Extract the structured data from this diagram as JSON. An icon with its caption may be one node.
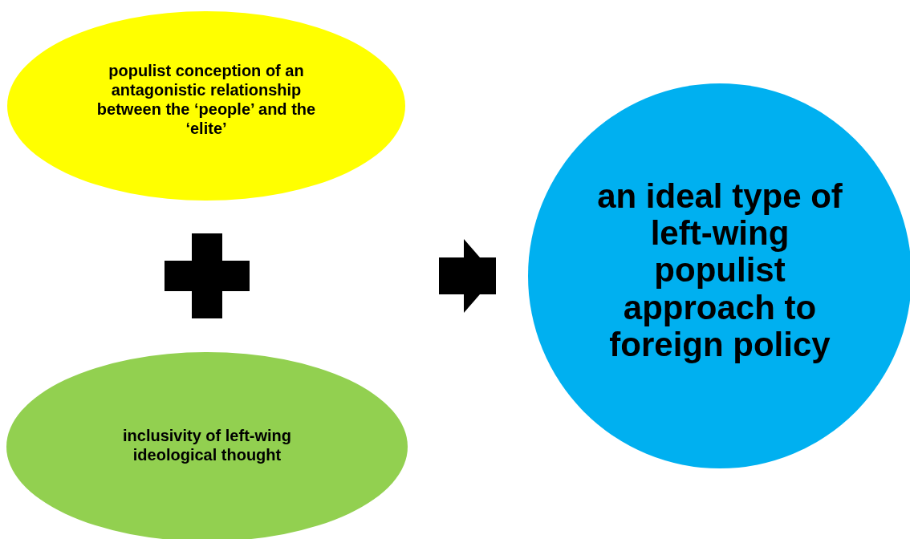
{
  "diagram": {
    "nodes": [
      {
        "text": [
          "populist conception of an antagonistic relationship between the ‘people’ and the ‘elite’"
        ]
      },
      {
        "text": [
          "inclusivity of left-wing ideological thought"
        ]
      },
      {
        "text": [
          "an ideal type of left-wing populist approach to foreign policy"
        ]
      }
    ],
    "edges": [
      {
        "from": null,
        "to": 2,
        "arrow": "to"
      }
    ]
  }
}
